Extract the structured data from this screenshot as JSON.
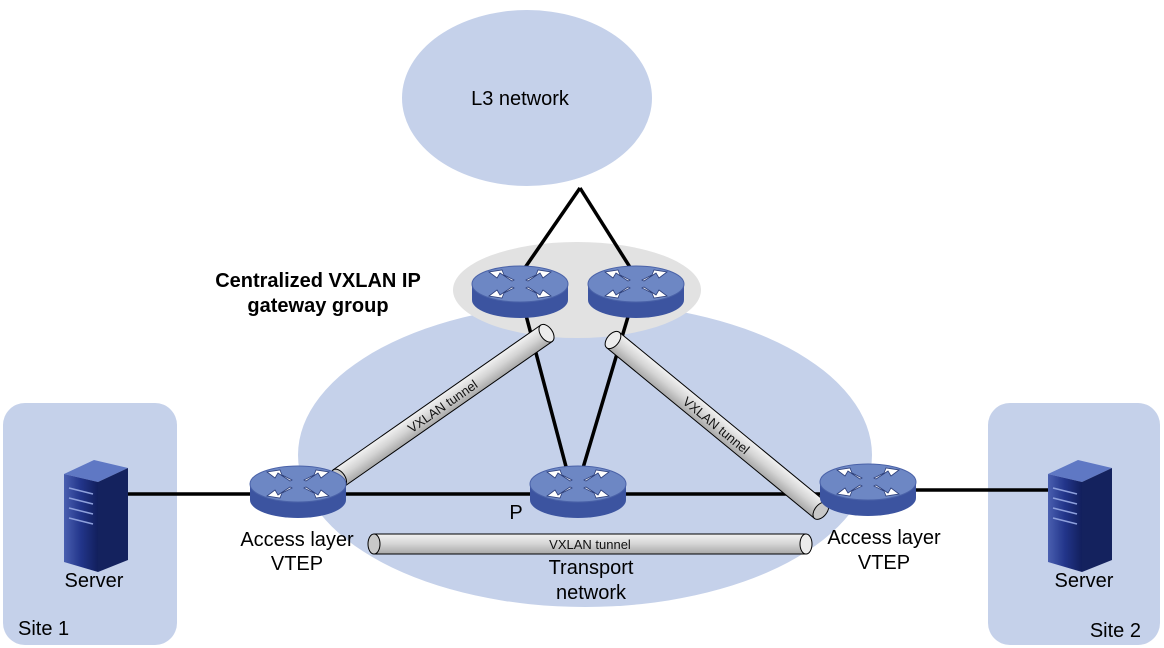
{
  "colors": {
    "network_fill": "#c5d1ea",
    "site_fill": "#c5d1ea",
    "group_fill": "#e2e2e2",
    "router_top": "#6d87c4",
    "router_side": "#3c54a0",
    "server_body": "#2b3f8e",
    "tunnel_fill": "#d2d2d2",
    "link": "#000000"
  },
  "l3_network": {
    "label": "L3 network"
  },
  "gateway_group": {
    "label_line1": "Centralized VXLAN IP",
    "label_line2": "gateway group"
  },
  "transport_network": {
    "label_line1": "Transport",
    "label_line2": "network"
  },
  "p_device": {
    "label": "P"
  },
  "left_vtep": {
    "label_line1": "Access layer",
    "label_line2": "VTEP"
  },
  "right_vtep": {
    "label_line1": "Access layer",
    "label_line2": "VTEP"
  },
  "site1": {
    "label": "Site 1",
    "server_label": "Server"
  },
  "site2": {
    "label": "Site 2",
    "server_label": "Server"
  },
  "tunnels": {
    "left": "VXLAN tunnel",
    "right": "VXLAN tunnel",
    "bottom": "VXLAN tunnel"
  },
  "icons": {
    "router": "router-icon",
    "server": "server-icon"
  }
}
